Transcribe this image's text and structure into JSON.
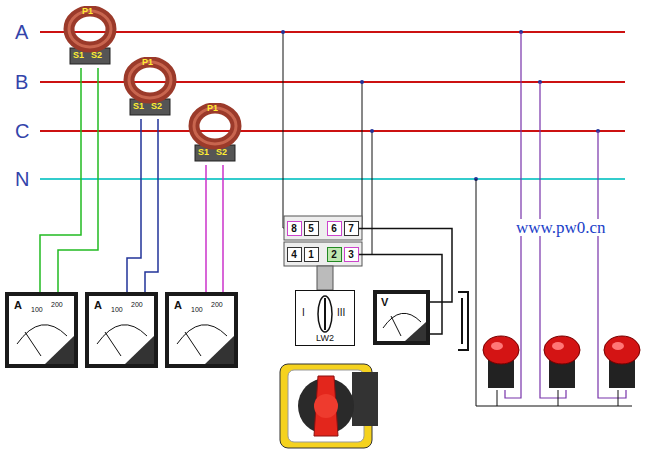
{
  "diagram": {
    "nodes": [
      {
        "text": [
          "P1",
          "S1",
          "S2"
        ]
      },
      {
        "text": [
          "P1",
          "S1",
          "S2"
        ]
      },
      {
        "text": [
          "P1",
          "S1",
          "S2"
        ]
      },
      {
        "text": [
          "8"
        ]
      },
      {
        "text": [
          "5"
        ]
      },
      {
        "text": [
          "6"
        ]
      },
      {
        "text": [
          "7"
        ]
      },
      {
        "text": [
          "4"
        ]
      },
      {
        "text": [
          "1"
        ]
      },
      {
        "text": [
          "2"
        ]
      },
      {
        "text": [
          "3"
        ]
      },
      {
        "text": [
          "A",
          "100",
          "200"
        ]
      },
      {
        "text": [
          "A",
          "100",
          "200"
        ]
      },
      {
        "text": [
          "A",
          "100",
          "200"
        ]
      },
      {
        "text": [
          "I",
          "III",
          "LW2"
        ]
      },
      {
        "text": [
          "V"
        ]
      }
    ],
    "edges": [
      {
        "from": 0,
        "to": 11,
        "arrow": "none"
      },
      {
        "from": 1,
        "to": 12,
        "arrow": "none"
      },
      {
        "from": 2,
        "to": 13,
        "arrow": "none"
      },
      {
        "from": 6,
        "to": 15,
        "arrow": "none"
      },
      {
        "from": 10,
        "to": 15,
        "arrow": "none"
      }
    ],
    "labels": [
      "A",
      "B",
      "C",
      "N",
      "www.pw0.cn"
    ]
  }
}
